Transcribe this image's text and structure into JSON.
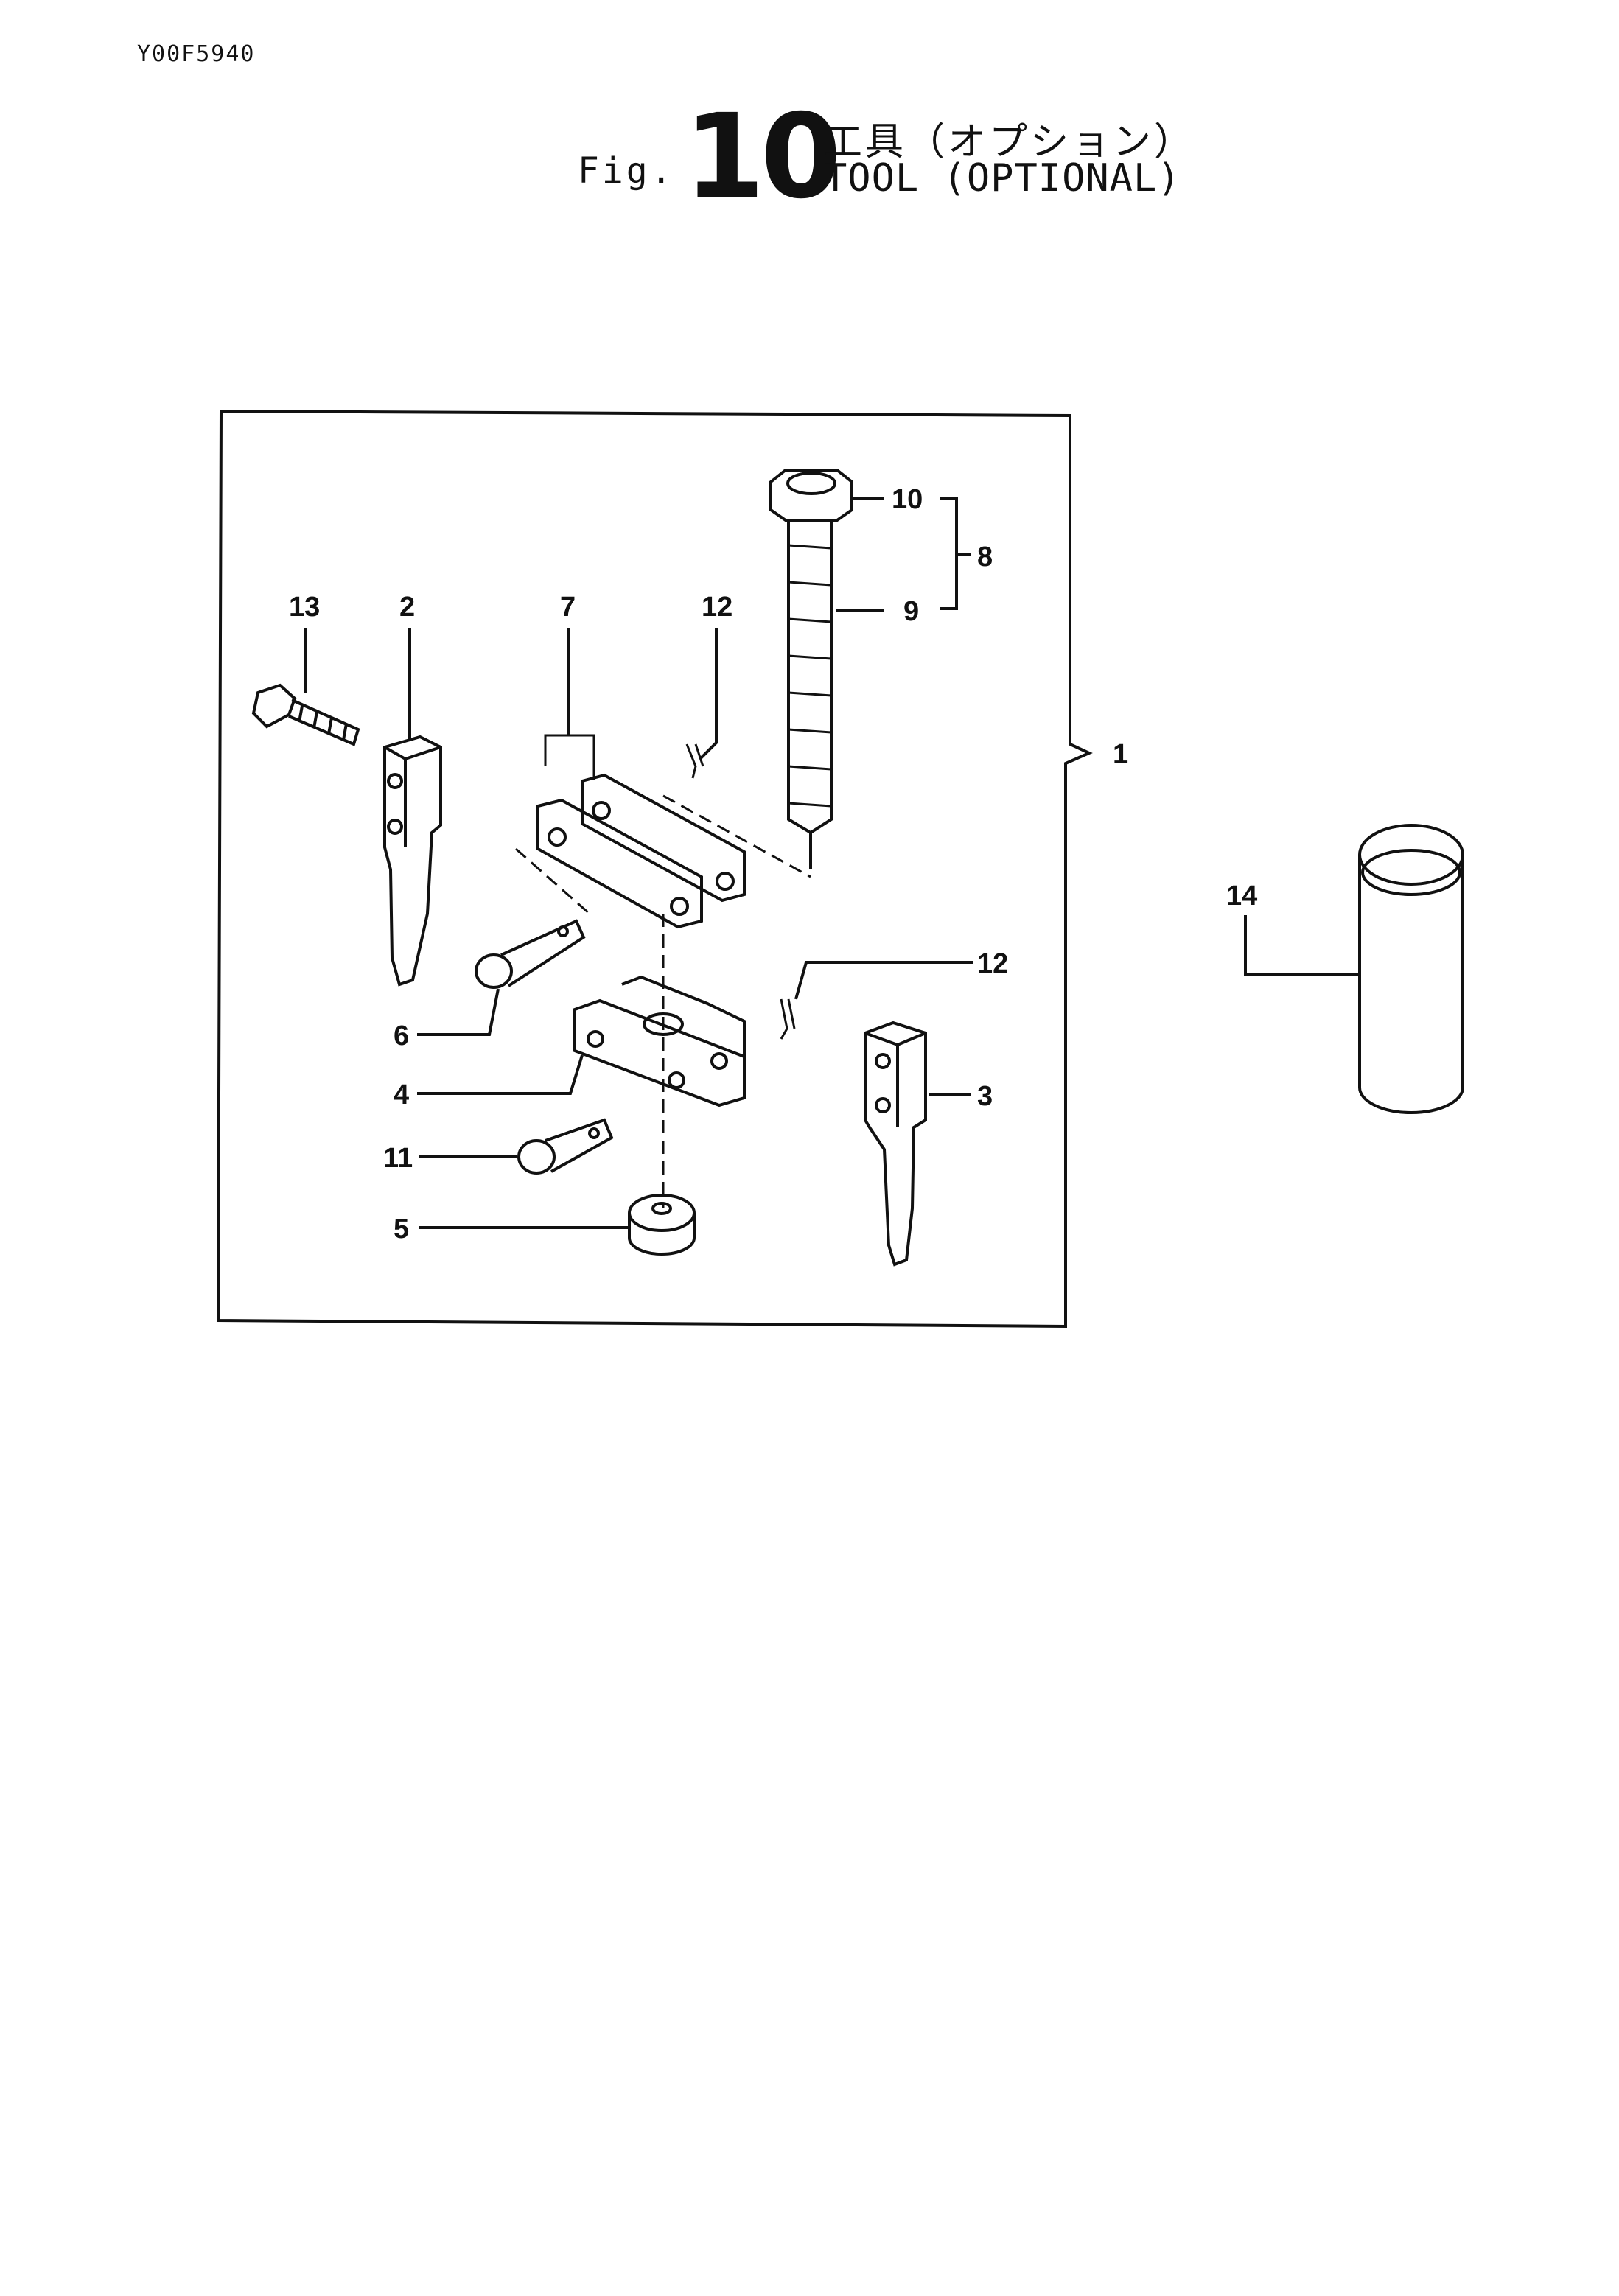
{
  "header": {
    "doc_code": "Y00F5940",
    "fig_word": "Fig.",
    "fig_number": "10",
    "title_jp": "工具（オプション）",
    "title_en": "TOOL (OPTIONAL)"
  },
  "callouts": {
    "c1": "1",
    "c2": "2",
    "c3": "3",
    "c4": "4",
    "c5": "5",
    "c6": "6",
    "c7": "7",
    "c8": "8",
    "c9": "9",
    "c10": "10",
    "c11": "11",
    "c12a": "12",
    "c12b": "12",
    "c13": "13",
    "c14": "14"
  }
}
